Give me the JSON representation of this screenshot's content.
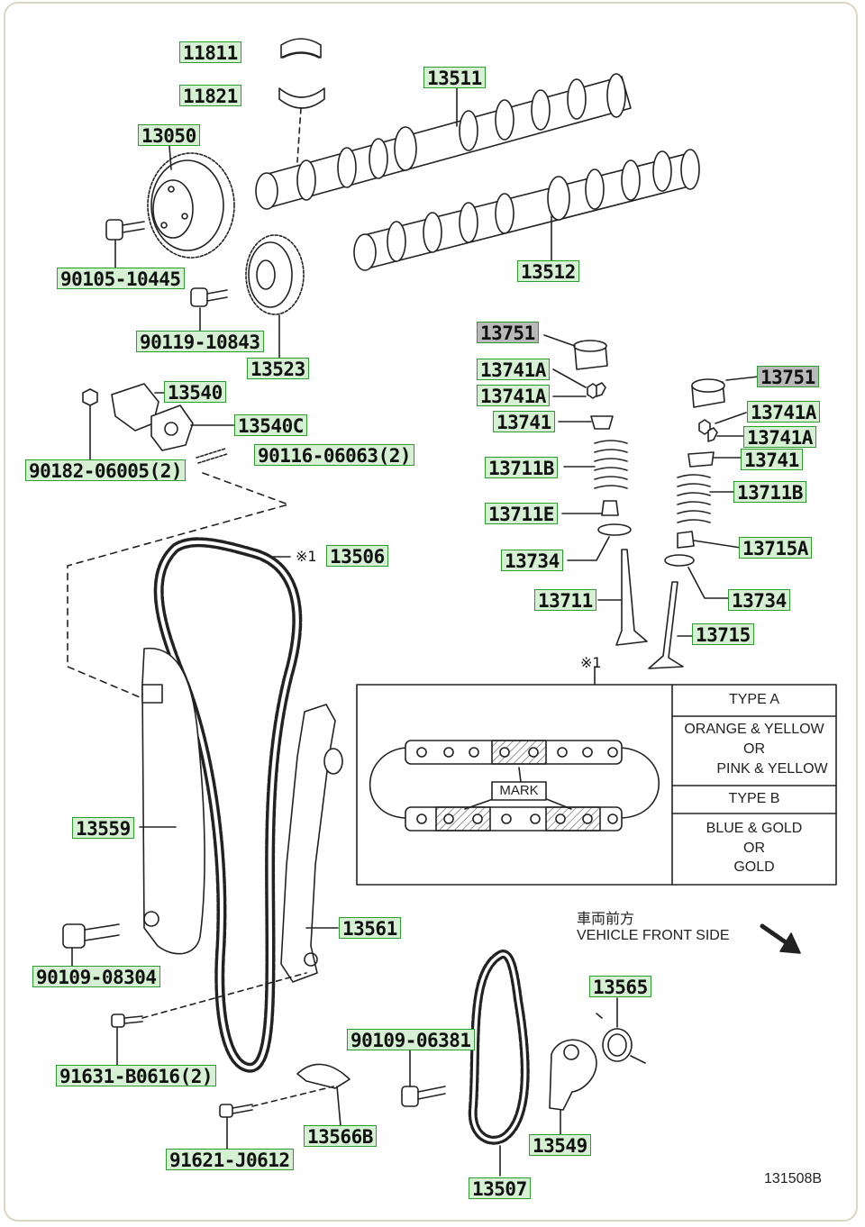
{
  "diagram": {
    "code": "131508B",
    "note_symbol": "※1",
    "direction": {
      "jp": "車両前方",
      "en": "VEHICLE FRONT SIDE"
    },
    "chain_marks_table": {
      "type_a_header": "TYPE A",
      "type_a_line1": "ORANGE & YELLOW",
      "type_a_line2": "OR",
      "type_a_line3": "PINK & YELLOW",
      "type_b_header": "TYPE B",
      "type_b_line1": "BLUE & GOLD",
      "type_b_line2": "OR",
      "type_b_line3": "GOLD",
      "mark_label": "MARK"
    },
    "parts": [
      {
        "id": "11811",
        "label": "11811"
      },
      {
        "id": "11821",
        "label": "11821"
      },
      {
        "id": "13511",
        "label": "13511"
      },
      {
        "id": "13050",
        "label": "13050"
      },
      {
        "id": "90105",
        "label": "90105-10445"
      },
      {
        "id": "13512",
        "label": "13512"
      },
      {
        "id": "90119",
        "label": "90119-10843"
      },
      {
        "id": "13523",
        "label": "13523"
      },
      {
        "id": "13751a",
        "label": "13751",
        "selected": true
      },
      {
        "id": "13741aa",
        "label": "13741A"
      },
      {
        "id": "13741ab",
        "label": "13741A"
      },
      {
        "id": "13741a",
        "label": "13741"
      },
      {
        "id": "13751b",
        "label": "13751",
        "selected": true
      },
      {
        "id": "13741ac",
        "label": "13741A"
      },
      {
        "id": "13741ad",
        "label": "13741A"
      },
      {
        "id": "13741b",
        "label": "13741"
      },
      {
        "id": "13540",
        "label": "13540"
      },
      {
        "id": "13540c",
        "label": "13540C"
      },
      {
        "id": "90116",
        "label": "90116-06063(2)"
      },
      {
        "id": "90182",
        "label": "90182-06005(2)"
      },
      {
        "id": "13711ba",
        "label": "13711B"
      },
      {
        "id": "13711bb",
        "label": "13711B"
      },
      {
        "id": "13711e",
        "label": "13711E"
      },
      {
        "id": "13715a",
        "label": "13715A"
      },
      {
        "id": "13734a",
        "label": "13734"
      },
      {
        "id": "13734b",
        "label": "13734"
      },
      {
        "id": "13506",
        "label": "13506"
      },
      {
        "id": "13711",
        "label": "13711"
      },
      {
        "id": "13715",
        "label": "13715"
      },
      {
        "id": "13559",
        "label": "13559"
      },
      {
        "id": "13561",
        "label": "13561"
      },
      {
        "id": "90109a",
        "label": "90109-08304"
      },
      {
        "id": "13565",
        "label": "13565"
      },
      {
        "id": "91631",
        "label": "91631-B0616(2)"
      },
      {
        "id": "90109b",
        "label": "90109-06381"
      },
      {
        "id": "13566b",
        "label": "13566B"
      },
      {
        "id": "13549",
        "label": "13549"
      },
      {
        "id": "91621",
        "label": "91621-J0612"
      },
      {
        "id": "13507",
        "label": "13507"
      }
    ]
  }
}
